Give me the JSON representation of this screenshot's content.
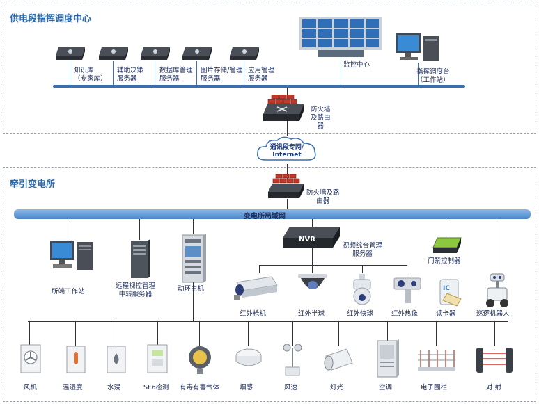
{
  "regions": {
    "dispatch_center": "供电段指挥调度中心",
    "substation": "牵引变电所"
  },
  "top_servers": [
    {
      "line1": "知识库",
      "line2": "（专家库）"
    },
    {
      "line1": "辅助决策",
      "line2": "服务器"
    },
    {
      "line1": "数据库管理",
      "line2": "服务器"
    },
    {
      "line1": "图片存储/管理",
      "line2": "服务器"
    },
    {
      "line1": "应用管理",
      "line2": "服务器"
    }
  ],
  "monitor_center": "监控中心",
  "dispatch_console": {
    "line1": "指挥调度台",
    "line2": "（工作站）"
  },
  "firewall_top": {
    "line1": "防火墙",
    "line2": "及路由",
    "line3": "器"
  },
  "cloud": {
    "line1": "通讯段专网/",
    "line2": "Internet"
  },
  "firewall_bottom": {
    "line1": "防火墙及路",
    "line2": "由器"
  },
  "lan_label": "变电所局域网",
  "nvr": {
    "box_label": "NVR",
    "line1": "视频综合管理",
    "line2": "服务器"
  },
  "access_controller": "门禁控制器",
  "workstation": "所端工作站",
  "relay_server": {
    "line1": "远程视控管理",
    "line2": "中转服务器"
  },
  "env_host": "动环主机",
  "cameras": [
    "红外枪机",
    "红外半球",
    "红外快球",
    "红外热像"
  ],
  "card_reader": "读卡器",
  "card_label": "IC",
  "robot": "巡逻机器人",
  "sensors": [
    "风机",
    "温湿度",
    "水浸",
    "SF6检测",
    "有毒有害气体",
    "烟感",
    "风速",
    "灯光",
    "空调",
    "电子围栏",
    "对 射"
  ],
  "colors": {
    "accent": "#2a6bb0",
    "bus": "#3a6fb2",
    "firewall": "#c0392b"
  },
  "icons": [
    "server-icon",
    "video-wall-icon",
    "workstation-icon",
    "firewall-icon",
    "cloud-icon",
    "nvr-icon",
    "access-controller-icon",
    "rack-icon",
    "camera-icon",
    "card-reader-icon",
    "robot-icon",
    "sensor-icon"
  ]
}
